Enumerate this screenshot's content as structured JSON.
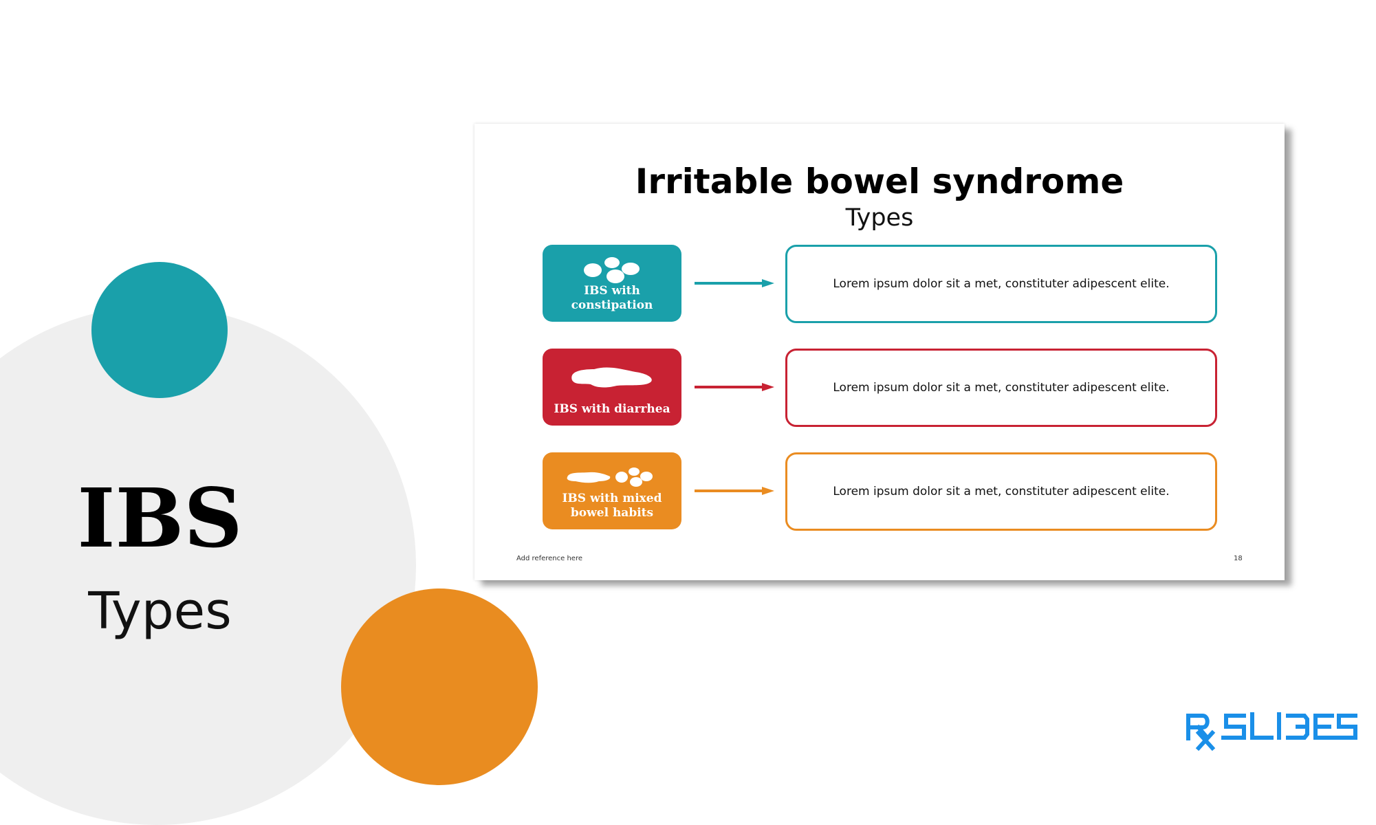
{
  "background": {
    "title": "IBS",
    "subtitle": "Types",
    "colors": {
      "teal": "#1aa0aa",
      "orange": "#e98c20",
      "gray": "#efefef"
    }
  },
  "slide": {
    "title": "Irritable bowel syndrome",
    "subtitle": "Types",
    "rows": [
      {
        "label_line1": "IBS with",
        "label_line2": "constipation",
        "icon": "pellets-icon",
        "color": "#1aa0aa",
        "description": "Lorem ipsum dolor sit a met, constituter adipescent elite."
      },
      {
        "label_line1": "IBS with diarrhea",
        "label_line2": "",
        "icon": "loose-stool-icon",
        "color": "#c82233",
        "description": "Lorem ipsum dolor sit a met, constituter adipescent elite."
      },
      {
        "label_line1": "IBS with mixed",
        "label_line2": "bowel habits",
        "icon": "mixed-stool-icon",
        "color": "#ea8c21",
        "description": "Lorem ipsum dolor sit a met, constituter adipescent elite."
      }
    ],
    "footer": {
      "reference": "Add reference here",
      "page_number": "18"
    }
  },
  "brand": {
    "logo_text": "SLIDES",
    "logo_prefix": "Rx",
    "color": "#1a8fe8"
  }
}
